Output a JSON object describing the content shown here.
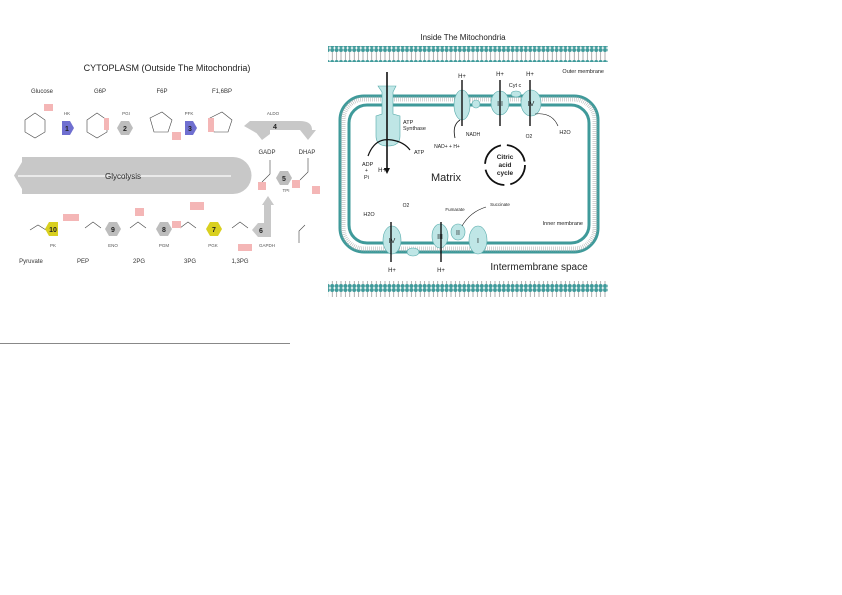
{
  "glycolysis_figure": {
    "title": "CYTOPLASM (Outside The Mitochondria)",
    "band_label": "Glycolysis",
    "metabolites_top": [
      "Glucose",
      "G6P",
      "F6P",
      "F1,6BP"
    ],
    "metabolites_mid": [
      "GADP",
      "DHAP"
    ],
    "metabolites_bottom": [
      "Pyruvate",
      "PEP",
      "2PG",
      "3PG",
      "1,3PG"
    ],
    "steps": [
      {
        "num": "1",
        "enzyme": "HK",
        "color": "#6f6fd0"
      },
      {
        "num": "2",
        "enzyme": "PGI",
        "color": "#bdbdbd"
      },
      {
        "num": "3",
        "enzyme": "PFK",
        "color": "#6f6fd0"
      },
      {
        "num": "4",
        "enzyme": "ALDO",
        "color": "#c8c8c8"
      },
      {
        "num": "5",
        "enzyme": "TPI",
        "color": "#bdbdbd"
      },
      {
        "num": "6",
        "enzyme": "GAPDH",
        "color": "#c8c8c8"
      },
      {
        "num": "7",
        "enzyme": "PGK",
        "color": "#d9d020"
      },
      {
        "num": "8",
        "enzyme": "PGM",
        "color": "#bdbdbd"
      },
      {
        "num": "9",
        "enzyme": "ENO",
        "color": "#bdbdbd"
      },
      {
        "num": "10",
        "enzyme": "PK",
        "color": "#d9d020"
      }
    ],
    "highlight_color": "#f4b6b6"
  },
  "mitochondria_figure": {
    "title": "Inside The Mitochondria",
    "outer_membrane": "Outer membrane",
    "inner_membrane": "Inner membrane",
    "matrix": "Matrix",
    "intermembrane_space": "Intermembrane space",
    "atp_synthase": [
      "ATP",
      "Synthase"
    ],
    "adp": "ADP",
    "plus": "+",
    "pi": "Pi",
    "atp": "ATP",
    "proton": "H+",
    "nad": "NAD+ + H+",
    "nadh": "NADH",
    "cyt_c": "Cyt c",
    "water": "H2O",
    "oxygen": "O2",
    "fumarate": "Fumarate",
    "succinate": "Succinate",
    "cycle": [
      "Citric",
      "acid",
      "cycle"
    ],
    "complexes": [
      "I",
      "II",
      "III",
      "IV"
    ],
    "membrane_color": "#3f9a9a",
    "protein_color": "#bfe6e6"
  }
}
